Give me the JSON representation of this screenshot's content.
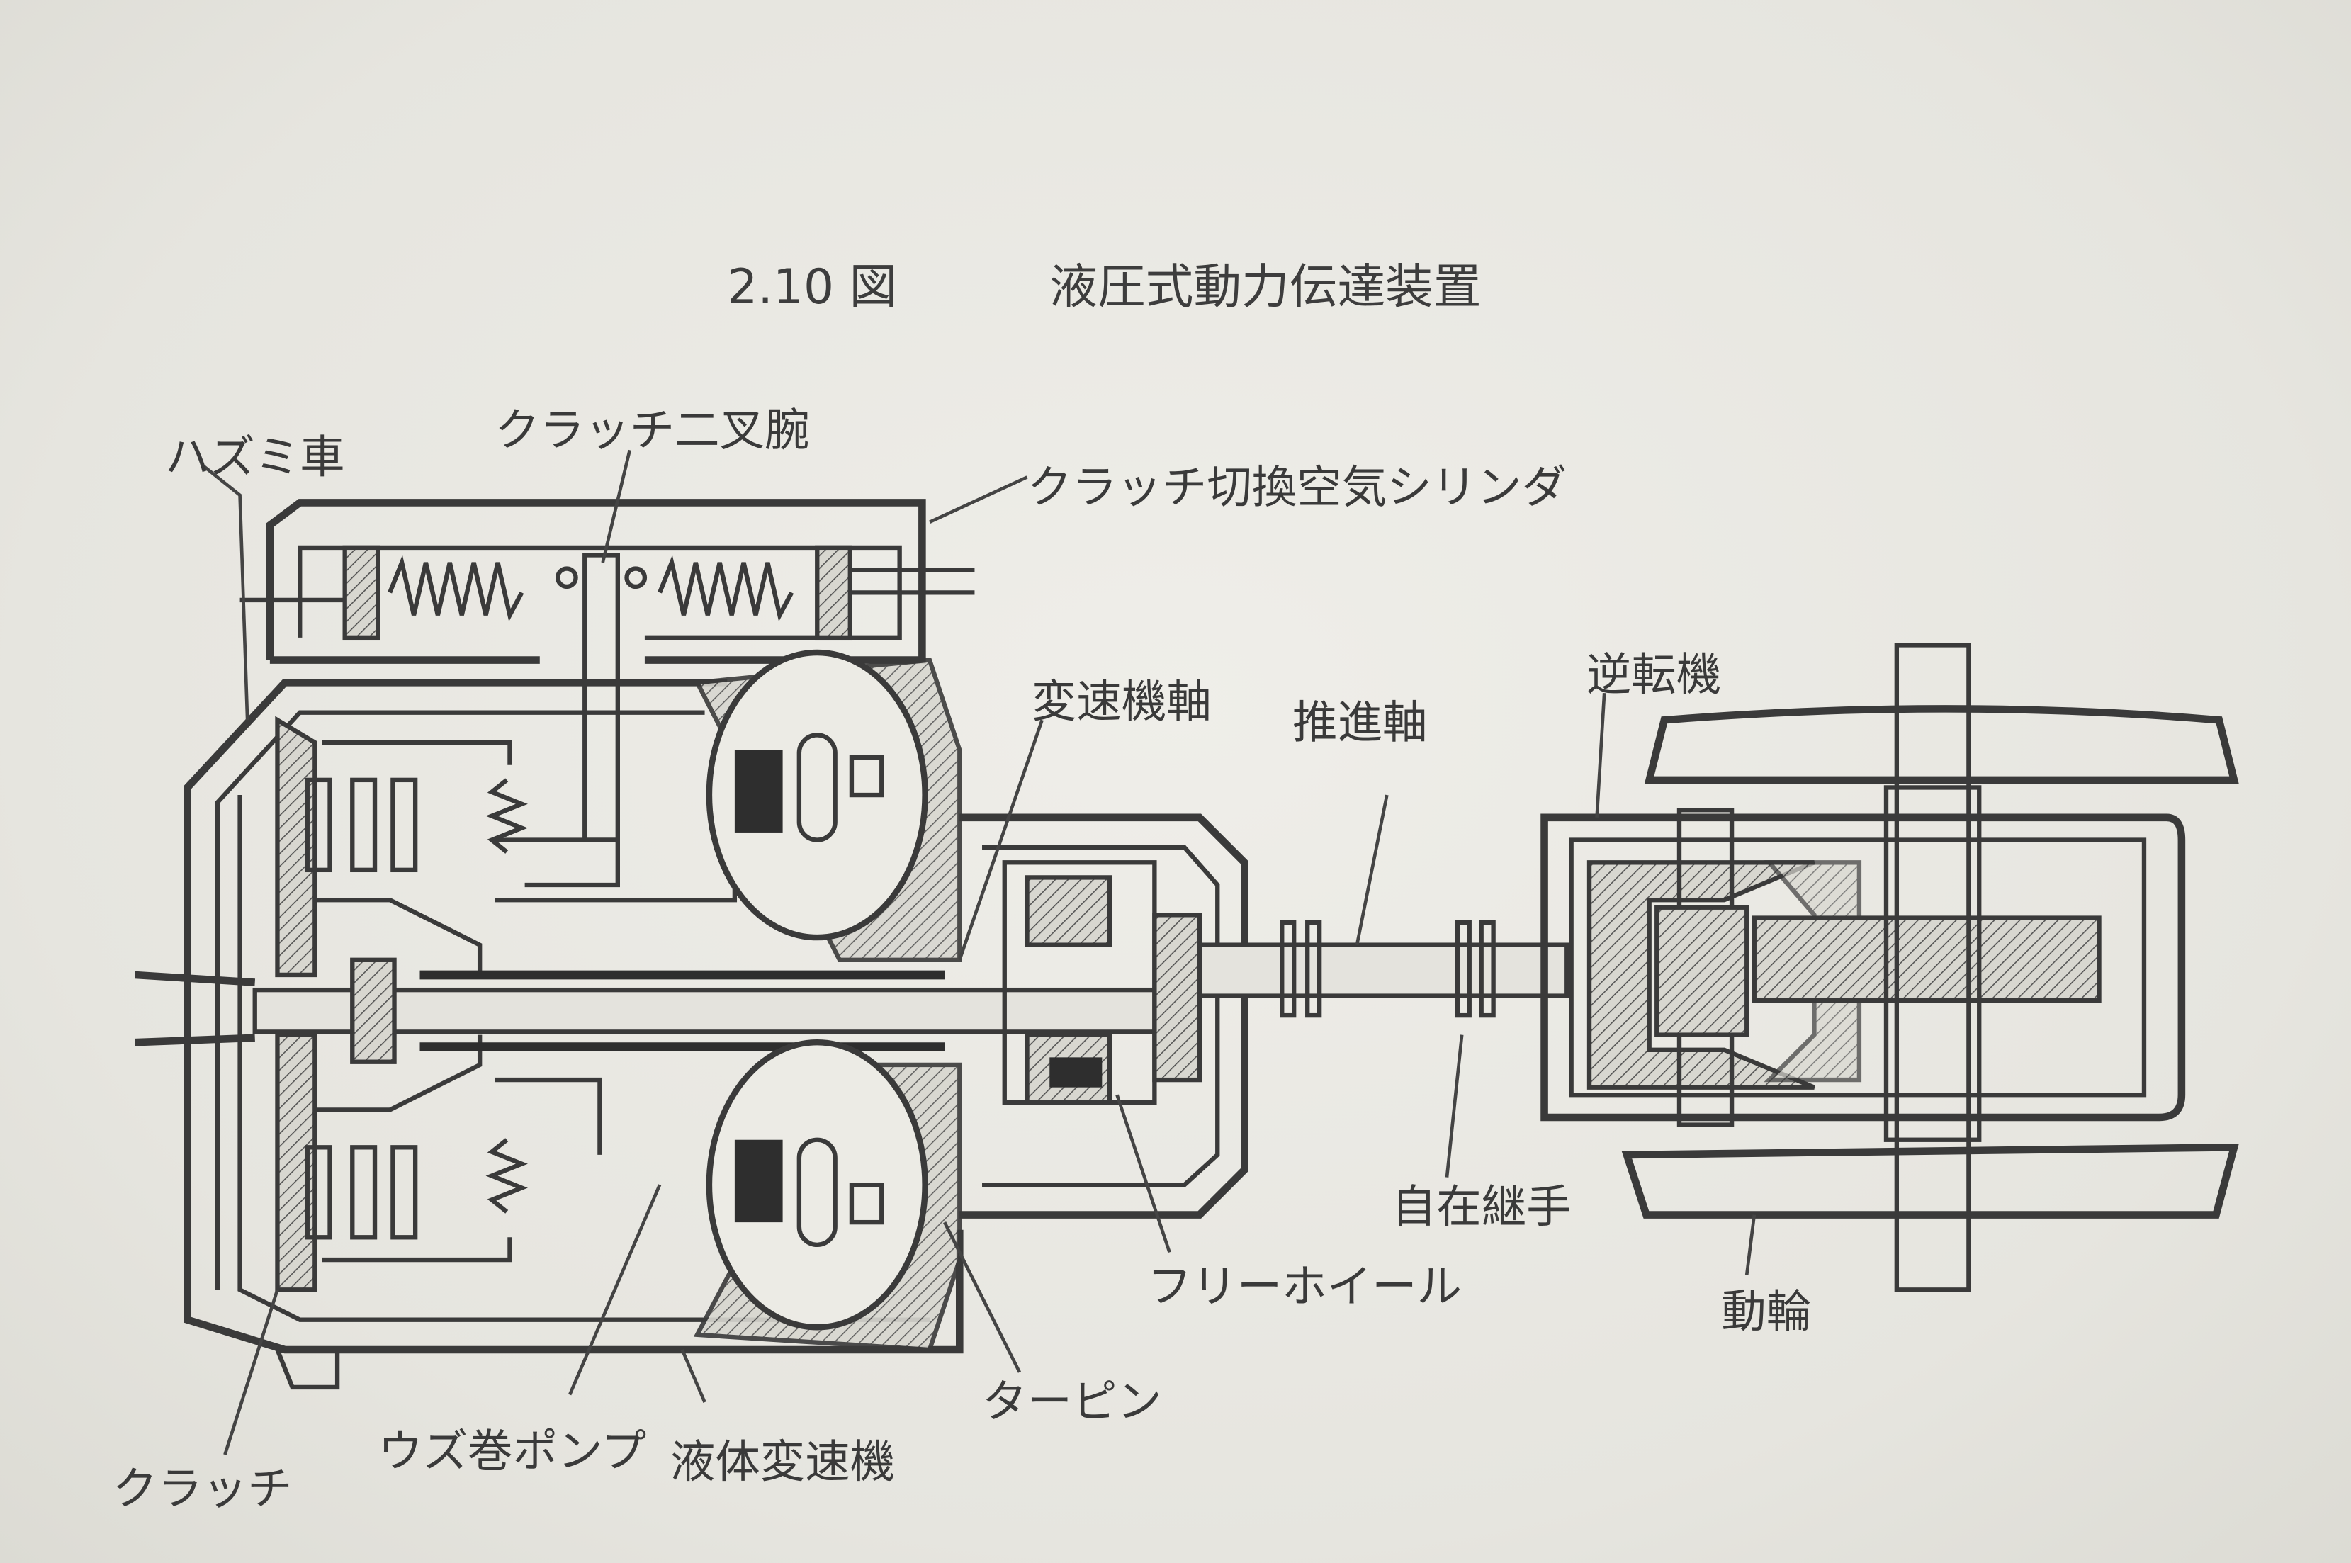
{
  "figure": {
    "number": "2.10 図",
    "title": "液圧式動力伝達装置"
  },
  "labels": {
    "clutch_fork": "クラッチ二叉腕",
    "flywheel": "ハズミ車",
    "clutch_air_cylinder": "クラッチ切換空気シリンダ",
    "transmission_shaft": "変速機軸",
    "propeller_shaft": "推進軸",
    "reverser": "逆転機",
    "universal_joint": "自在継手",
    "freewheel": "フリーホイール",
    "driving_wheel": "動輪",
    "turbine": "ターピン",
    "centrifugal_pump": "ウズ巻ポンプ",
    "fluid_transmission": "液体変速機",
    "clutch": "クラッチ"
  }
}
